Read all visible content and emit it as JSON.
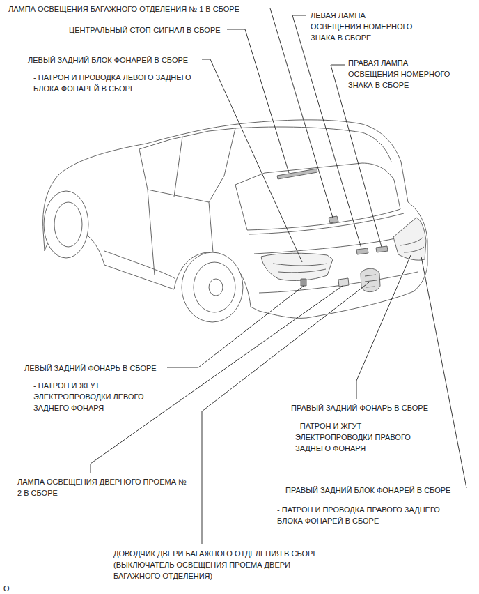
{
  "diagram": {
    "labels": [
      "ЛАМПА ОСВЕЩЕНИЯ БАГАЖНОГО ОТДЕЛЕНИЯ № 1 В СБОРЕ",
      "ЛЕВАЯ ЛАМПА ОСВЕЩЕНИЯ НОМЕРНОГО ЗНАКА В СБОРЕ",
      "ЦЕНТРАЛЬНЫЙ СТОП-СИГНАЛ В СБОРЕ",
      "ЛЕВЫЙ ЗАДНИЙ БЛОК ФОНАРЕЙ В СБОРЕ",
      "ПРАВАЯ ЛАМПА ОСВЕЩЕНИЯ НОМЕРНОГО ЗНАКА В СБОРЕ",
      "- ПАТРОН И ПРОВОДКА ЛЕВОГО ЗАДНЕГО БЛОКА ФОНАРЕЙ В СБОРЕ",
      "ЛЕВЫЙ ЗАДНИЙ ФОНАРЬ В СБОРЕ",
      "- ПАТРОН И ЖГУТ ЭЛЕКТРОПРОВОДКИ ЛЕВОГО ЗАДНЕГО ФОНАРЯ",
      "ПРАВЫЙ ЗАДНИЙ ФОНАРЬ В СБОРЕ",
      "- ПАТРОН И ЖГУТ ЭЛЕКТРОПРОВОДКИ ПРАВОГО ЗАДНЕГО ФОНАРЯ",
      "ЛАМПА ОСВЕЩЕНИЯ ДВЕРНОГО ПРОЕМА № 2 В СБОРЕ",
      "ПРАВЫЙ ЗАДНИЙ БЛОК ФОНАРЕЙ В СБОРЕ",
      "- ПАТРОН И ПРОВОДКА ПРАВОГО ЗАДНЕГО БЛОКА ФОНАРЕЙ В СБОРЕ",
      "ДОВОДЧИК ДВЕРИ БАГАЖНОГО ОТДЕЛЕНИЯ В СБОРЕ (ВЫКЛЮЧАТЕЛЬ ОСВЕЩЕНИЯ ПРОЕМА ДВЕРИ БАГАЖНОГО ОТДЕЛЕНИЯ)",
      "O"
    ]
  }
}
